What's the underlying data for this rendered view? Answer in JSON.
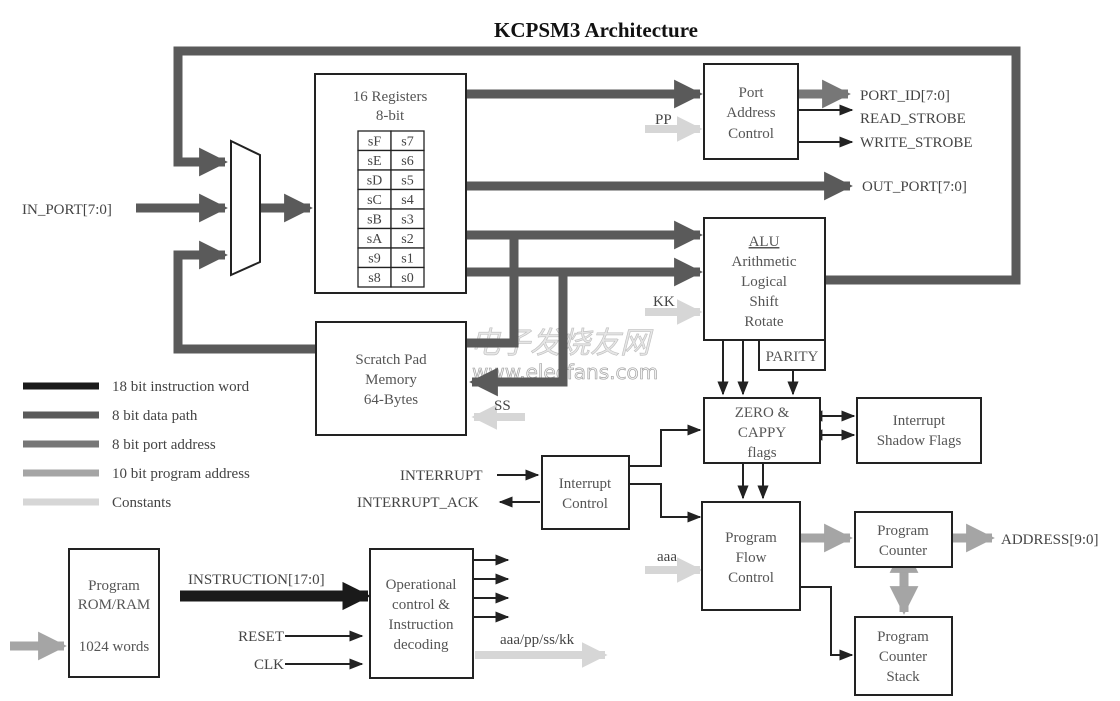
{
  "title": "KCPSM3 Architecture",
  "colors": {
    "instruction_word": "#1a1a1a",
    "data_path": "#5a5a5a",
    "port_address": "#777777",
    "program_address": "#a5a5a5",
    "constants": "#d6d6d6",
    "control": "#222222"
  },
  "blocks": {
    "registers": {
      "title_line1": "16 Registers",
      "title_line2": "8-bit",
      "left_column": [
        "sF",
        "sE",
        "sD",
        "sC",
        "sB",
        "sA",
        "s9",
        "s8"
      ],
      "right_column": [
        "s7",
        "s6",
        "s5",
        "s4",
        "s3",
        "s2",
        "s1",
        "s0"
      ]
    },
    "port_address_control": {
      "lines": [
        "Port",
        "Address",
        "Control"
      ]
    },
    "alu": {
      "heading": "ALU",
      "lines": [
        "Arithmetic",
        "Logical",
        "Shift",
        "Rotate"
      ],
      "parity": "PARITY"
    },
    "scratch_pad": {
      "lines": [
        "Scratch Pad",
        "Memory",
        "64-Bytes"
      ]
    },
    "flags": {
      "lines": [
        "ZERO &",
        "CAPPY",
        "flags"
      ]
    },
    "shadow_flags": {
      "lines": [
        "Interrupt",
        "Shadow Flags"
      ]
    },
    "interrupt_control": {
      "lines": [
        "Interrupt",
        "Control"
      ]
    },
    "program_flow": {
      "lines": [
        "Program",
        "Flow",
        "Control"
      ]
    },
    "program_counter": {
      "lines": [
        "Program",
        "Counter"
      ]
    },
    "pc_stack": {
      "lines": [
        "Program",
        "Counter",
        "Stack"
      ]
    },
    "program_rom": {
      "lines": [
        "Program",
        "ROM/RAM",
        "1024 words"
      ]
    },
    "decoder": {
      "lines": [
        "Operational",
        "control &",
        "Instruction",
        "decoding"
      ]
    }
  },
  "signals": {
    "in_port": "IN_PORT[7:0]",
    "port_id": "PORT_ID[7:0]",
    "read_strobe": "READ_STROBE",
    "write_strobe": "WRITE_STROBE",
    "out_port": "OUT_PORT[7:0]",
    "pp": "PP",
    "kk": "KK",
    "ss": "SS",
    "aaa": "aaa",
    "interrupt": "INTERRUPT",
    "interrupt_ack": "INTERRUPT_ACK",
    "address": "ADDRESS[9:0]",
    "instruction": "INSTRUCTION[17:0]",
    "reset": "RESET",
    "clk": "CLK",
    "constants_bus": "aaa/pp/ss/kk"
  },
  "legend": [
    {
      "label": "18 bit instruction word",
      "color": "#1a1a1a"
    },
    {
      "label": "8 bit data path",
      "color": "#5a5a5a"
    },
    {
      "label": "8 bit port address",
      "color": "#777777"
    },
    {
      "label": "10 bit program address",
      "color": "#a5a5a5"
    },
    {
      "label": "Constants",
      "color": "#d6d6d6"
    }
  ],
  "watermark": {
    "cn": "电子发烧友网",
    "url": "www.elecfans.com"
  }
}
